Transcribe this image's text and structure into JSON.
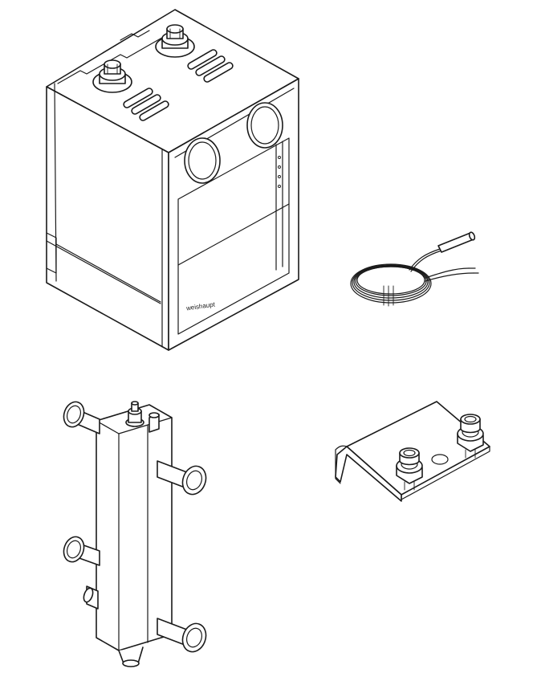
{
  "figure": {
    "brand_label": "weishaupt",
    "components": [
      "heat-pump-unit",
      "sensor-cable",
      "hydraulic-separator",
      "mounting-bracket"
    ]
  }
}
